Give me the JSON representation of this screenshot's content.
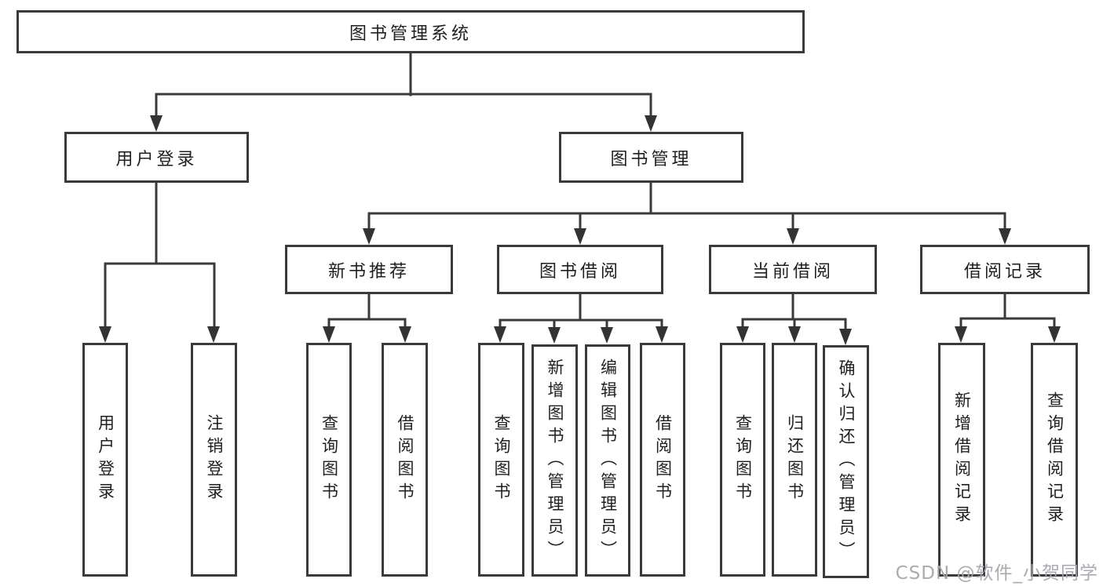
{
  "diagram": {
    "root": {
      "label": "图书管理系统"
    },
    "branches": [
      {
        "label": "用户登录",
        "children": [
          {
            "label": "用户登录"
          },
          {
            "label": "注销登录"
          }
        ]
      },
      {
        "label": "图书管理",
        "children": [
          {
            "label": "新书推荐",
            "children": [
              {
                "label": "查询图书"
              },
              {
                "label": "借阅图书"
              }
            ]
          },
          {
            "label": "图书借阅",
            "children": [
              {
                "label": "查询图书"
              },
              {
                "label": "新增图书（管理员）"
              },
              {
                "label": "编辑图书（管理员）"
              },
              {
                "label": "借阅图书"
              }
            ]
          },
          {
            "label": "当前借阅",
            "children": [
              {
                "label": "查询图书"
              },
              {
                "label": "归还图书"
              },
              {
                "label": "确认归还（管理员）"
              }
            ]
          },
          {
            "label": "借阅记录",
            "children": [
              {
                "label": "新增借阅记录"
              },
              {
                "label": "查询借阅记录"
              }
            ]
          }
        ]
      }
    ]
  },
  "watermark": "CSDN @软件_小贺同学",
  "colors": {
    "line": "#3a3a3a",
    "text": "#1f1f1f",
    "watermark": "#a4a7ac",
    "background": "#ffffff"
  }
}
